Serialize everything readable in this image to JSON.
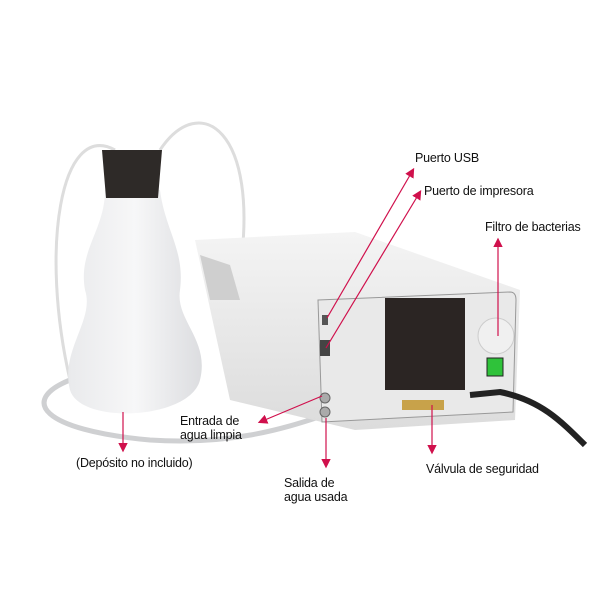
{
  "labels": {
    "usb_port": "Puerto USB",
    "printer_port": "Puerto de impresora",
    "bacteria_filter": "Filtro de bacterias",
    "clean_water_inlet_line1": "Entrada de",
    "clean_water_inlet_line2": "agua limpia",
    "tank_note": "(Depósito no incluido)",
    "used_water_outlet_line1": "Salida de",
    "used_water_outlet_line2": "agua usada",
    "safety_valve": "Válvula de seguridad"
  },
  "colors": {
    "arrow": "#d0104c",
    "switch": "#2fc23a"
  }
}
